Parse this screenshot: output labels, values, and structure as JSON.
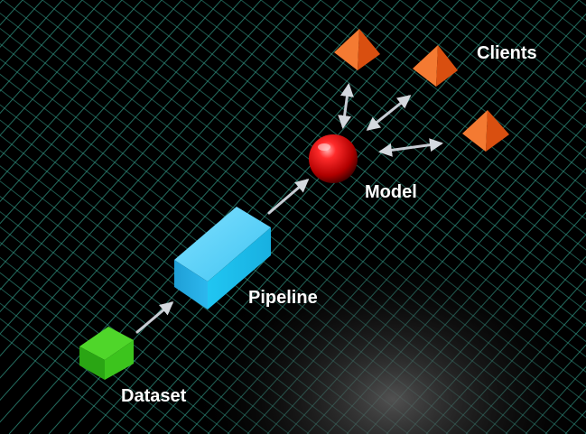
{
  "labels": {
    "dataset": "Dataset",
    "pipeline": "Pipeline",
    "model": "Model",
    "clients": "Clients"
  },
  "colors": {
    "background": "#000000",
    "grid": "#2f8f7e",
    "dataset": "#33b81a",
    "pipeline": "#2cb6e8",
    "model": "#e01616",
    "client": "#f0661c",
    "arrow": "#c8ccd4",
    "label": "#ffffff"
  },
  "icons": {
    "dataset": "green-cube",
    "pipeline": "blue-box",
    "model": "red-sphere",
    "client": "orange-pyramid"
  }
}
